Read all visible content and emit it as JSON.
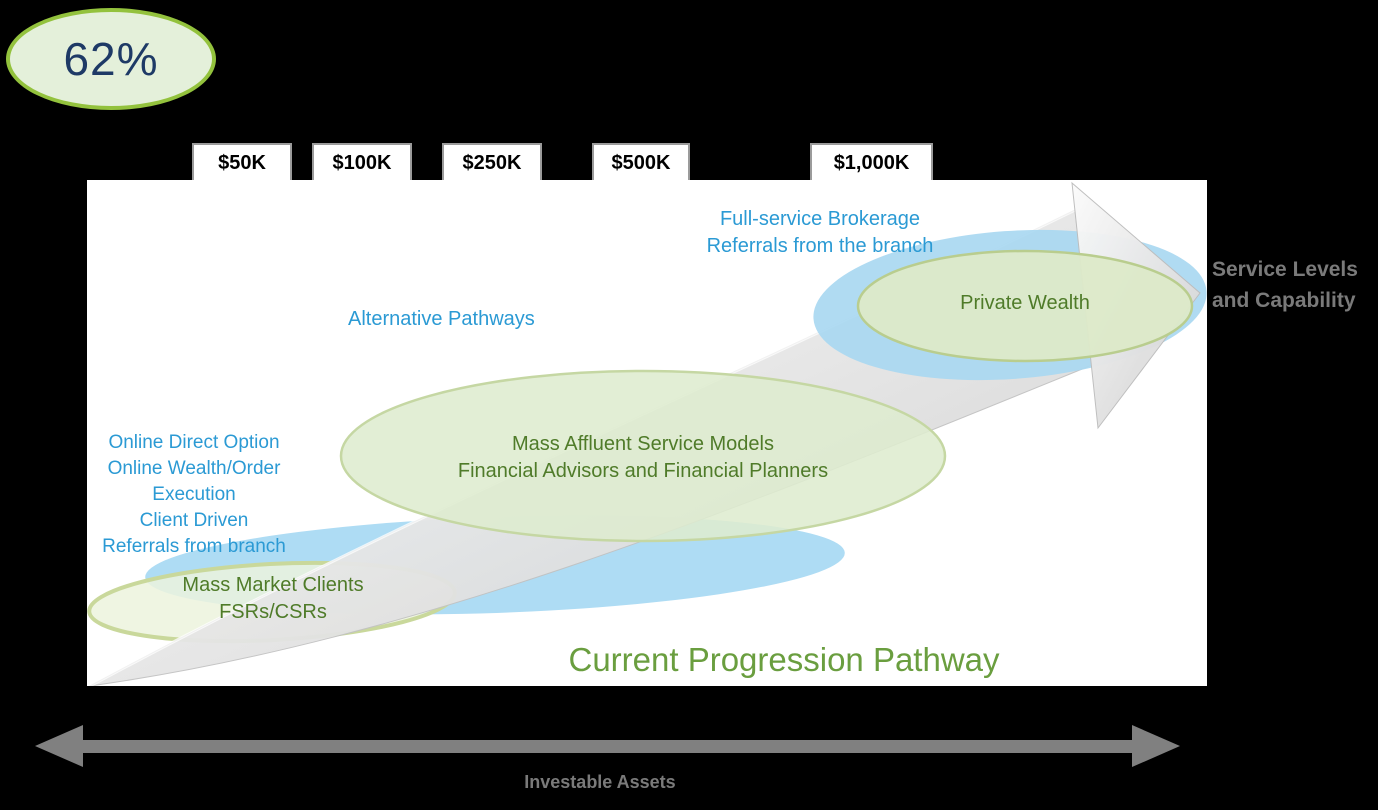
{
  "stat": {
    "value": "62%"
  },
  "thresholds": [
    "$50K",
    "$100K",
    "$250K",
    "$500K",
    "$1,000K"
  ],
  "labels": {
    "full_service": [
      "Full-service Brokerage",
      "Referrals from the branch"
    ],
    "alternative": "Alternative Pathways",
    "private_wealth": "Private Wealth",
    "online_channel": [
      "Online Direct Option",
      "Online Wealth/Order",
      "Execution",
      "Client Driven",
      "Referrals from branch"
    ],
    "mass_affluent": [
      "Mass Affluent Service Models",
      "Financial Advisors and Financial Planners"
    ],
    "mass_market": [
      "Mass Market Clients",
      "FSRs/CSRs"
    ],
    "title": "Current Progression Pathway",
    "y_axis": [
      "Service Levels",
      "and Capability"
    ],
    "x_axis": "Investable Assets"
  },
  "colors": {
    "accent_blue_text": "#2b9ad4",
    "accent_green_text": "#4f7b29",
    "title_green": "#6a9e3f",
    "axis_gray": "#7a7a7a",
    "stat_border_green": "#93c23d",
    "stat_fill_green": "#e4f0da",
    "stat_text_navy": "#1e3a66",
    "ellipse_blue": "#a9d8f1",
    "ellipse_green_fill": "#deebcf",
    "ellipse_green_border": "#c5d7a3",
    "arrow_silver": "#dddddd",
    "x_arrow_gray": "#808080"
  }
}
